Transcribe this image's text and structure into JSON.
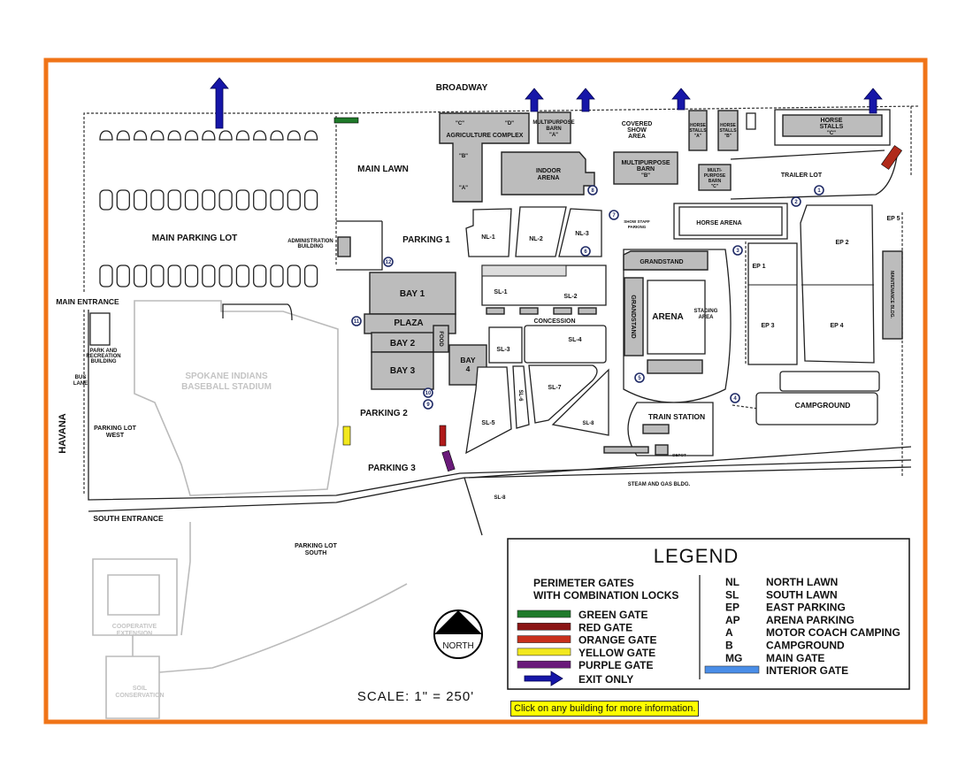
{
  "colors": {
    "frame": "#f07418",
    "building": "#bcbcbc",
    "exit_arrow": "#1616a8",
    "green_gate": "#1f7a2a",
    "red_gate": "#8a1414",
    "orange_gate": "#c8301c",
    "yellow_gate": "#f2e81e",
    "purple_gate": "#6a1a7a",
    "interior_gate": "#4a8ee8",
    "note_bg": "#ffff00"
  },
  "streets": {
    "broadway": "BROADWAY",
    "havana": "HAVANA",
    "main_entrance": "MAIN ENTRANCE",
    "south_entrance": "SOUTH ENTRANCE",
    "bus_lane": [
      "BUS",
      "LANE"
    ]
  },
  "areas": {
    "main_parking_lot": "MAIN PARKING LOT",
    "main_lawn": "MAIN LAWN",
    "parking_1": "PARKING 1",
    "parking_2": "PARKING 2",
    "parking_3": "PARKING 3",
    "parking_lot_west": [
      "PARKING LOT",
      "WEST"
    ],
    "parking_lot_south": [
      "PARKING LOT",
      "SOUTH"
    ],
    "covered_show_area": [
      "COVERED",
      "SHOW",
      "AREA"
    ],
    "trailer_lot": "TRAILER LOT",
    "show_staff_parking": [
      "SHOW STAFF",
      "PARKING"
    ],
    "staging_area": [
      "STAGING",
      "AREA"
    ],
    "campground": "CAMPGROUND",
    "ep1": "EP 1",
    "ep2": "EP 2",
    "ep3": "EP 3",
    "ep4": "EP 4",
    "ep5": "EP 5",
    "nl1": "NL-1",
    "nl2": "NL-2",
    "nl3": "NL-3",
    "sl1": "SL-1",
    "sl2": "SL-2",
    "sl3": "SL-3",
    "sl4": "SL-4",
    "sl5": "SL-5",
    "sl6": "SL-6",
    "sl7": "SL-7",
    "sl8": "SL-8",
    "sl9": "SL-8",
    "concession": "CONCESSION"
  },
  "buildings": {
    "agriculture_complex": "AGRICULTURE COMPLEX",
    "ag_c": "\"C\"",
    "ag_d": "\"D\"",
    "ag_b": "\"B\"",
    "ag_a": "\"A\"",
    "multipurpose_barn_a": [
      "MULTIPURPOSE",
      "BARN",
      "\"A\""
    ],
    "multipurpose_barn_b": [
      "MULTIPURPOSE",
      "BARN",
      "\"B\""
    ],
    "multipurpose_barn_c": [
      "MULTI-",
      "PURPOSE",
      "BARN",
      "\"C\""
    ],
    "horse_stalls_a": [
      "HORSE",
      "STALLS",
      "\"A\""
    ],
    "horse_stalls_b": [
      "HORSE",
      "STALLS",
      "\"B\""
    ],
    "horse_stalls_c": [
      "HORSE",
      "STALLS",
      "\"C\""
    ],
    "indoor_arena": [
      "INDOOR",
      "ARENA"
    ],
    "horse_arena": "HORSE ARENA",
    "administration_building": [
      "ADMINISTRATION",
      "BUILDING"
    ],
    "bay_1": "BAY 1",
    "plaza": "PLAZA",
    "bay_2": "BAY 2",
    "bay_3": "BAY 3",
    "bay_4": [
      "BAY",
      "4"
    ],
    "food": "FOOD",
    "grandstand_top": "GRANDSTAND",
    "grandstand_side": "GRANDSTAND",
    "arena": "ARENA",
    "train_station": "TRAIN STATION",
    "depot": "DEPOT",
    "steam_gas": "STEAM AND GAS BLDG.",
    "maintenance": "MAINTENANCE BLDG.",
    "park_rec": [
      "PARK AND",
      "RECREATION",
      "BUILDING"
    ],
    "stadium": [
      "SPOKANE INDIANS",
      "BASEBALL STADIUM"
    ],
    "cooperative_extension": [
      "COOPERATIVE",
      "EXTENSION"
    ],
    "soil_conservation": [
      "SOIL",
      "CONSERVATION"
    ]
  },
  "markers": [
    "1",
    "2",
    "3",
    "4",
    "5",
    "6",
    "7",
    "8",
    "9",
    "10",
    "11",
    "12"
  ],
  "north": "NORTH",
  "scale": "SCALE: 1\" = 250'",
  "legend": {
    "title": "LEGEND",
    "gates_heading": [
      "PERIMETER GATES",
      "WITH COMBINATION LOCKS"
    ],
    "gates": [
      {
        "label": "GREEN GATE",
        "color": "#1f7a2a"
      },
      {
        "label": "RED GATE",
        "color": "#8a1414"
      },
      {
        "label": "ORANGE GATE",
        "color": "#c8301c"
      },
      {
        "label": "YELLOW GATE",
        "color": "#f2e81e"
      },
      {
        "label": "PURPLE GATE",
        "color": "#6a1a7a"
      }
    ],
    "exit_only": "EXIT ONLY",
    "abbreviations": [
      {
        "code": "NL",
        "meaning": "NORTH LAWN"
      },
      {
        "code": "SL",
        "meaning": "SOUTH LAWN"
      },
      {
        "code": "EP",
        "meaning": "EAST PARKING"
      },
      {
        "code": "AP",
        "meaning": "ARENA PARKING"
      },
      {
        "code": "A",
        "meaning": "MOTOR COACH CAMPING"
      },
      {
        "code": "B",
        "meaning": "CAMPGROUND"
      },
      {
        "code": "MG",
        "meaning": "MAIN GATE"
      }
    ],
    "interior_gate": "INTERIOR GATE"
  },
  "note": "Click on any building for more information."
}
